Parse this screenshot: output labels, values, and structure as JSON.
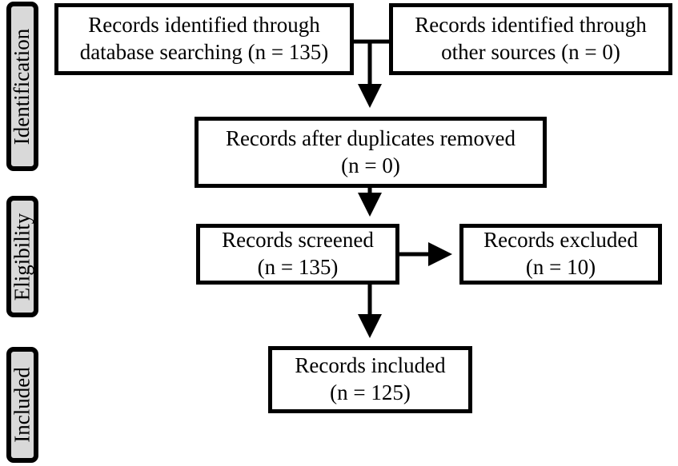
{
  "stages": {
    "identification": "Identification",
    "eligibility": "Eligibility",
    "included": "Included"
  },
  "boxes": {
    "database": {
      "line1": "Records identified through",
      "line2": "database searching (n = 135)"
    },
    "other": {
      "line1": "Records identified through",
      "line2": "other sources (n = 0)"
    },
    "duplicates": {
      "line1": "Records after duplicates removed",
      "line2": "(n = 0)"
    },
    "screened": {
      "line1": "Records screened",
      "line2": "(n = 135)"
    },
    "excluded": {
      "line1": "Records excluded",
      "line2": "(n = 10)"
    },
    "included": {
      "line1": "Records included",
      "line2": "(n = 125)"
    }
  }
}
